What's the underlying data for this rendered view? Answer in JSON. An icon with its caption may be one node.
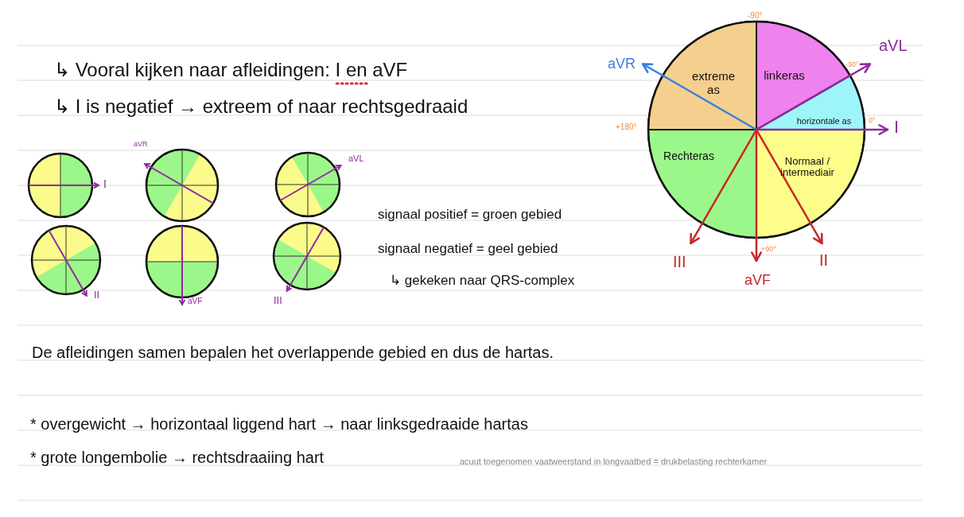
{
  "diagram": {
    "nodes": [
      {
        "text": [
          "extreme as"
        ]
      },
      {
        "text": [
          "linkeras"
        ]
      },
      {
        "text": [
          "horizontale as"
        ]
      },
      {
        "text": [
          "Normaal / intermediair"
        ]
      },
      {
        "text": [
          "Rechteras"
        ]
      }
    ],
    "labels": [
      "↳ Vooral kijken naar afleidingen: I en aVF",
      "↳ I is negatief → extreem of naar rechtsgedraaid",
      "-90°",
      "aVL",
      "aVR",
      "-30°",
      "0°",
      "I",
      "+180°",
      "I",
      "aVR",
      "aVL",
      "signaal positief = groen gebied",
      "II",
      "aVF",
      "III",
      "signaal negatief = geel gebied",
      "+90°",
      "III",
      "II",
      "aVF",
      "↳ gekeken naar QRS-complex",
      "De afleidingen samen bepalen het overlappende gebied en dus de hartas.",
      "* overgewicht → horizontaal liggend hart → naar linksgedraaide hartas",
      "* grote longembolie → rechtsdraaiing hart",
      "acuut toegenomen vaatweerstand in longvaatbed = drukbelasting rechterkamer"
    ]
  }
}
